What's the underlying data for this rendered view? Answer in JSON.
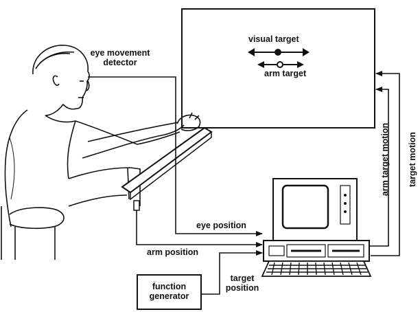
{
  "labels": {
    "eye_movement_detector_line1": "eye movement",
    "eye_movement_detector_line2": "detector",
    "visual_target": "visual target",
    "arm_target": "arm target",
    "eye_position": "eye position",
    "arm_position": "arm position",
    "arm_target_motion": "arm target motion",
    "target_motion": "target motion",
    "function_generator_line1": "function",
    "function_generator_line2": "generator",
    "target_position_line1": "target",
    "target_position_line2": "position"
  }
}
